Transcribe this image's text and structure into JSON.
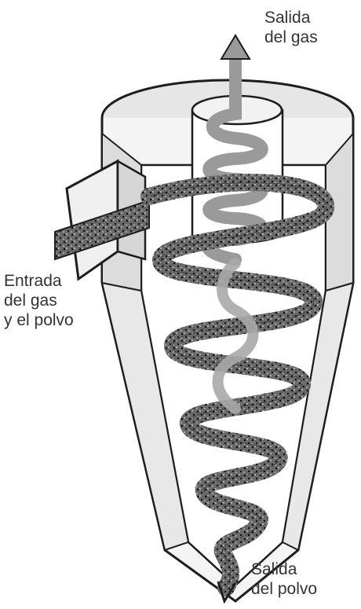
{
  "labels": {
    "gas_outlet": [
      "Salida",
      "del gas"
    ],
    "gas_dust_inlet": [
      "Entrada",
      "del gas",
      "y el polvo"
    ],
    "dust_outlet": [
      "Salida",
      "del polvo"
    ]
  },
  "colors": {
    "body_fill": "#f4f4f4",
    "top_fill": "#e6e6e6",
    "outline": "#1e1e1e",
    "gas_flow": "#9a9a9a",
    "dusty_flow": "#555555",
    "dust_speck": "#111111"
  }
}
